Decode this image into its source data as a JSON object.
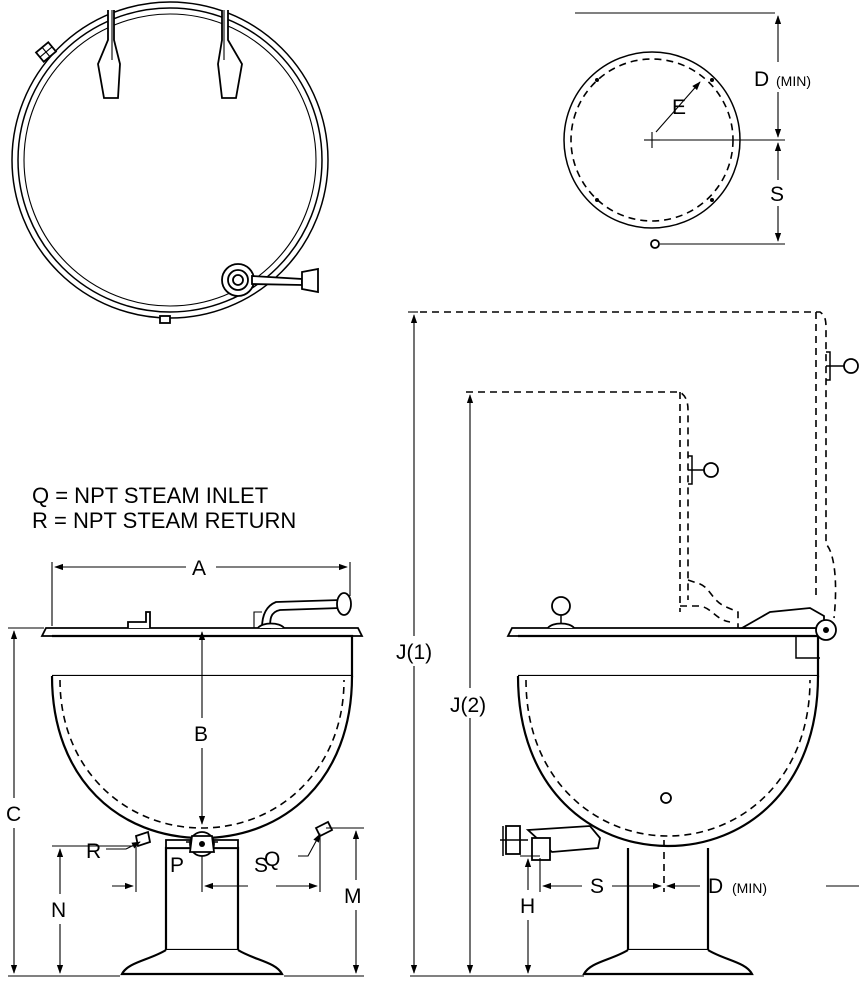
{
  "notes": {
    "q_note": "Q = NPT STEAM INLET",
    "r_note": "R = NPT STEAM RETURN"
  },
  "top_view_anchor": {
    "d_label": "D",
    "d_suffix": "(MIN)",
    "e_label": "E",
    "s_label": "S"
  },
  "front_view": {
    "a_label": "A",
    "b_label": "B",
    "c_label": "C",
    "m_label": "M",
    "n_label": "N",
    "p_label": "P",
    "q_label": "Q",
    "r_label": "R",
    "s_label": "S"
  },
  "side_view": {
    "j1_label": "J(1)",
    "j2_label": "J(2)",
    "h_label": "H",
    "s_label": "S",
    "d_label": "D",
    "d_suffix": "(MIN)"
  }
}
